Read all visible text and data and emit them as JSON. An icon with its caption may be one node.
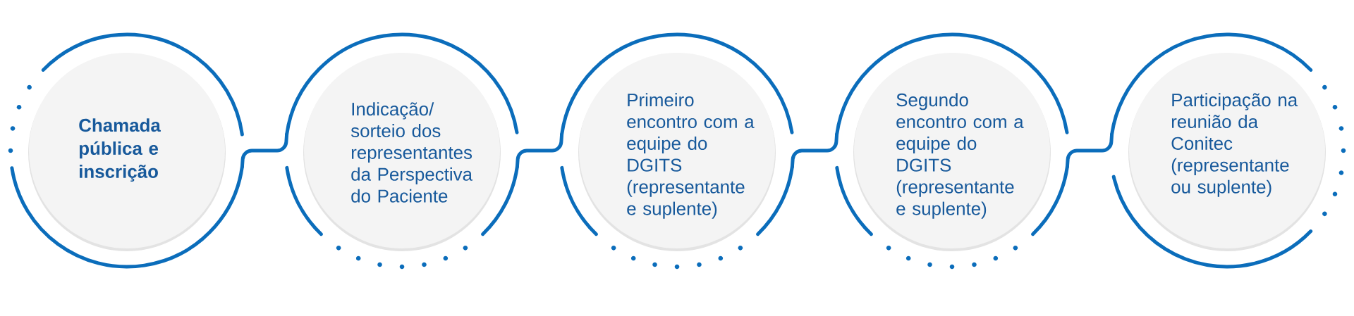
{
  "diagram": {
    "nodes": [
      {
        "text": [
          "Chamada pública e inscrição"
        ]
      },
      {
        "text": [
          "Indicação/ sorteio dos representantes da Perspectiva do Paciente"
        ]
      },
      {
        "text": [
          "Primeiro encontro com a equipe do DGITS (representante e suplente)"
        ]
      },
      {
        "text": [
          "Segundo encontro com a equipe do DGITS (representante e suplente)"
        ]
      },
      {
        "text": [
          "Participação na reunião da Conitec (representante ou suplente)"
        ]
      }
    ],
    "edges": [
      {
        "from": 0,
        "to": 1,
        "arrow": "none"
      },
      {
        "from": 1,
        "to": 2,
        "arrow": "none"
      },
      {
        "from": 2,
        "to": 3,
        "arrow": "none"
      },
      {
        "from": 3,
        "to": 4,
        "arrow": "none"
      }
    ]
  }
}
